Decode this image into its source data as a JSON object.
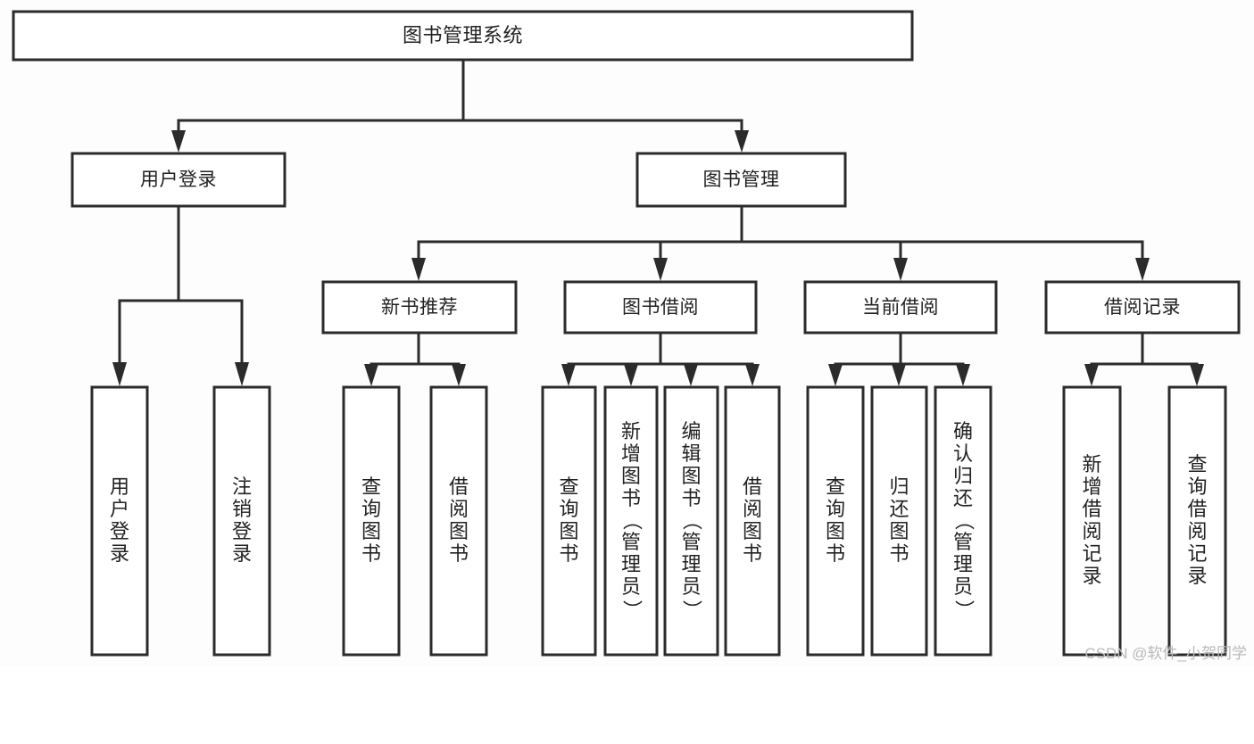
{
  "diagram": {
    "type": "tree-hierarchy-chart",
    "title": "图书管理系统",
    "background_color": "#fdfdfd",
    "line_color": "#2b2b2b",
    "box_fill_color": "#ffffff",
    "text_color": "#222222",
    "root": {
      "label": "图书管理系统"
    },
    "level1": [
      {
        "label": "用户登录"
      },
      {
        "label": "图书管理"
      }
    ],
    "level2": [
      {
        "label": "新书推荐"
      },
      {
        "label": "图书借阅"
      },
      {
        "label": "当前借阅"
      },
      {
        "label": "借阅记录"
      }
    ],
    "leaves": {
      "user_login": [
        {
          "chars": [
            "用",
            "户",
            "登",
            "录"
          ],
          "text": "用户登录"
        },
        {
          "chars": [
            "注",
            "销",
            "登",
            "录"
          ],
          "text": "注销登录"
        }
      ],
      "new_book_recommend": [
        {
          "chars": [
            "查",
            "询",
            "图",
            "书"
          ],
          "text": "查询图书"
        },
        {
          "chars": [
            "借",
            "阅",
            "图",
            "书"
          ],
          "text": "借阅图书"
        }
      ],
      "book_borrow": [
        {
          "chars": [
            "查",
            "询",
            "图",
            "书"
          ],
          "text": "查询图书"
        },
        {
          "chars": [
            "新",
            "增",
            "图",
            "书",
            "（",
            "管",
            "理",
            "员",
            "）"
          ],
          "text": "新增图书（管理员）"
        },
        {
          "chars": [
            "编",
            "辑",
            "图",
            "书",
            "（",
            "管",
            "理",
            "员",
            "）"
          ],
          "text": "编辑图书（管理员）"
        },
        {
          "chars": [
            "借",
            "阅",
            "图",
            "书"
          ],
          "text": "借阅图书"
        }
      ],
      "current_borrow": [
        {
          "chars": [
            "查",
            "询",
            "图",
            "书"
          ],
          "text": "查询图书"
        },
        {
          "chars": [
            "归",
            "还",
            "图",
            "书"
          ],
          "text": "归还图书"
        },
        {
          "chars": [
            "确",
            "认",
            "归",
            "还",
            "（",
            "管",
            "理",
            "员",
            "）"
          ],
          "text": "确认归还（管理员）"
        }
      ],
      "borrow_record": [
        {
          "chars": [
            "新",
            "增",
            "借",
            "阅",
            "记",
            "录"
          ],
          "text": "新增借阅记录"
        },
        {
          "chars": [
            "查",
            "询",
            "借",
            "阅",
            "记",
            "录"
          ],
          "text": "查询借阅记录"
        }
      ]
    },
    "watermark": "CSDN @软件_小贺同学"
  }
}
